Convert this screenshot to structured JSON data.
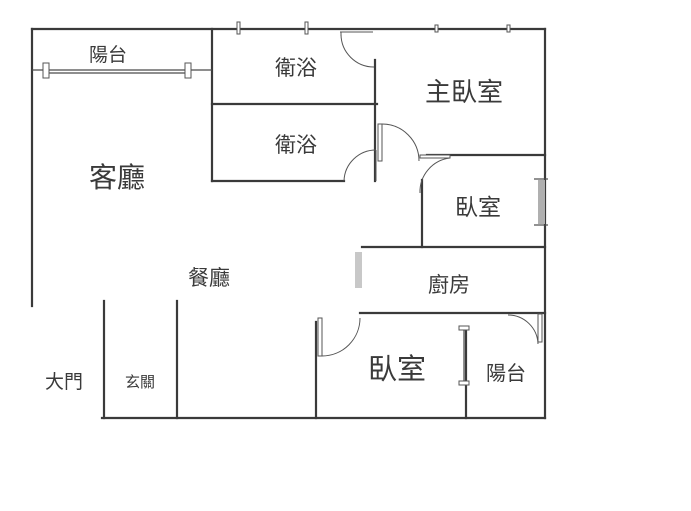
{
  "rooms": {
    "balcony_top": "陽台",
    "bath_1": "衛浴",
    "bath_2": "衛浴",
    "master_bedroom": "主臥室",
    "living_room": "客廳",
    "bedroom_right": "臥室",
    "dining_room": "餐廳",
    "kitchen": "廚房",
    "main_door": "大門",
    "foyer": "玄關",
    "bedroom_bottom": "臥室",
    "balcony_bottom": "陽台"
  }
}
